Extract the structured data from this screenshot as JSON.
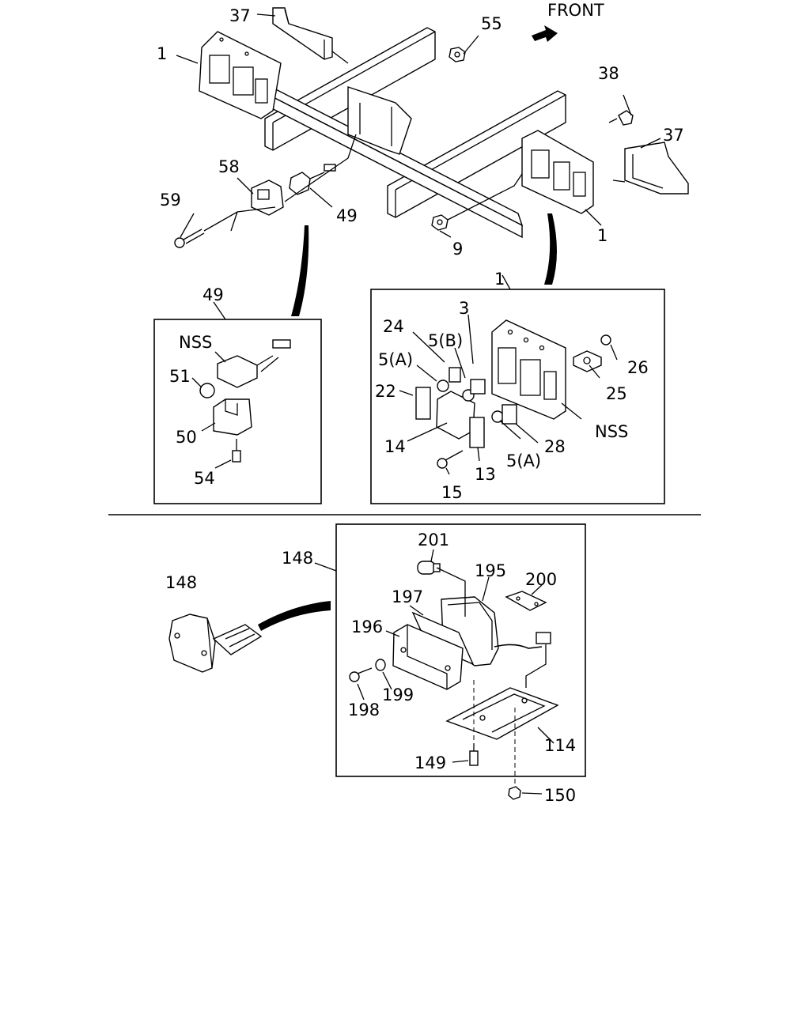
{
  "direction_label": "FRONT",
  "callouts": {
    "c37_top": "37",
    "c55": "55",
    "c1_left": "1",
    "c38": "38",
    "c37_right": "37",
    "c58": "58",
    "c59": "59",
    "c49_main": "49",
    "c9": "9",
    "c1_right": "1",
    "c49_box": "49",
    "c1_box": "1",
    "nss_left": "NSS",
    "c51": "51",
    "c50": "50",
    "c54": "54",
    "c3": "3",
    "c24": "24",
    "c5b": "5(B)",
    "c5a_top": "5(A)",
    "c22": "22",
    "c26": "26",
    "c25": "25",
    "nss_right": "NSS",
    "c14": "14",
    "c28": "28",
    "c5a_bottom": "5(A)",
    "c13": "13",
    "c15": "15",
    "c148_left": "148",
    "c148_box": "148",
    "c201": "201",
    "c195": "195",
    "c200": "200",
    "c197": "197",
    "c196": "196",
    "c199": "199",
    "c198": "198",
    "c114": "114",
    "c149": "149",
    "c150": "150"
  }
}
